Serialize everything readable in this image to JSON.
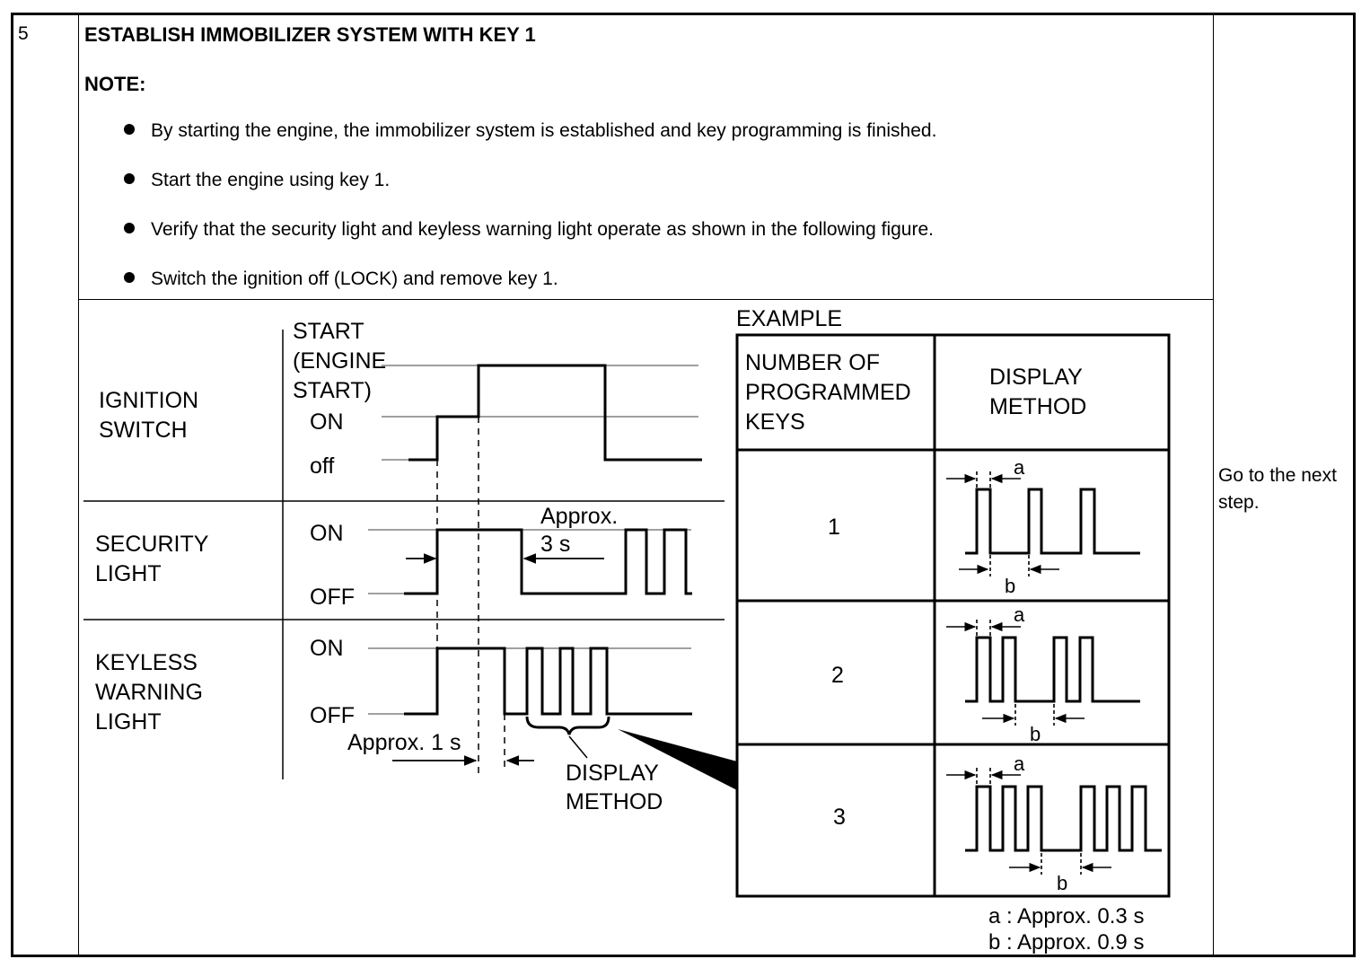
{
  "step": {
    "number": "5",
    "title": "ESTABLISH IMMOBILIZER SYSTEM WITH KEY 1",
    "note_label": "NOTE:",
    "notes": [
      "By starting the engine, the immobilizer system is established and key programming is finished.",
      "Start the engine using key 1.",
      "Verify that the security light and keyless warning light operate as shown in the following figure.",
      "Switch the ignition off (LOCK) and remove key 1."
    ],
    "action": "Go to the next step."
  },
  "figure": {
    "ignition_label": [
      "IGNITION",
      "SWITCH"
    ],
    "ignition_states": [
      "START",
      "(ENGINE",
      "START)",
      "ON",
      "off"
    ],
    "security_label": [
      "SECURITY",
      "LIGHT"
    ],
    "security_states": [
      "ON",
      "OFF"
    ],
    "keyless_label": [
      "KEYLESS",
      "WARNING",
      "LIGHT"
    ],
    "keyless_states": [
      "ON",
      "OFF"
    ],
    "approx_3s": [
      "Approx.",
      "3 s"
    ],
    "approx_1s": "Approx. 1 s",
    "display_method_callout": [
      "DISPLAY",
      "METHOD"
    ],
    "example_label": "EXAMPLE",
    "table_header_keys": [
      "NUMBER OF",
      "PROGRAMMED",
      "KEYS"
    ],
    "table_header_display": [
      "DISPLAY",
      "METHOD"
    ],
    "rows": [
      {
        "keys": "1",
        "label_a": "a",
        "label_b": "b"
      },
      {
        "keys": "2",
        "label_a": "a",
        "label_b": "b"
      },
      {
        "keys": "3",
        "label_a": "a",
        "label_b": "b"
      }
    ],
    "legend": [
      "a : Approx. 0.3 s",
      "b : Approx. 0.9 s"
    ]
  }
}
